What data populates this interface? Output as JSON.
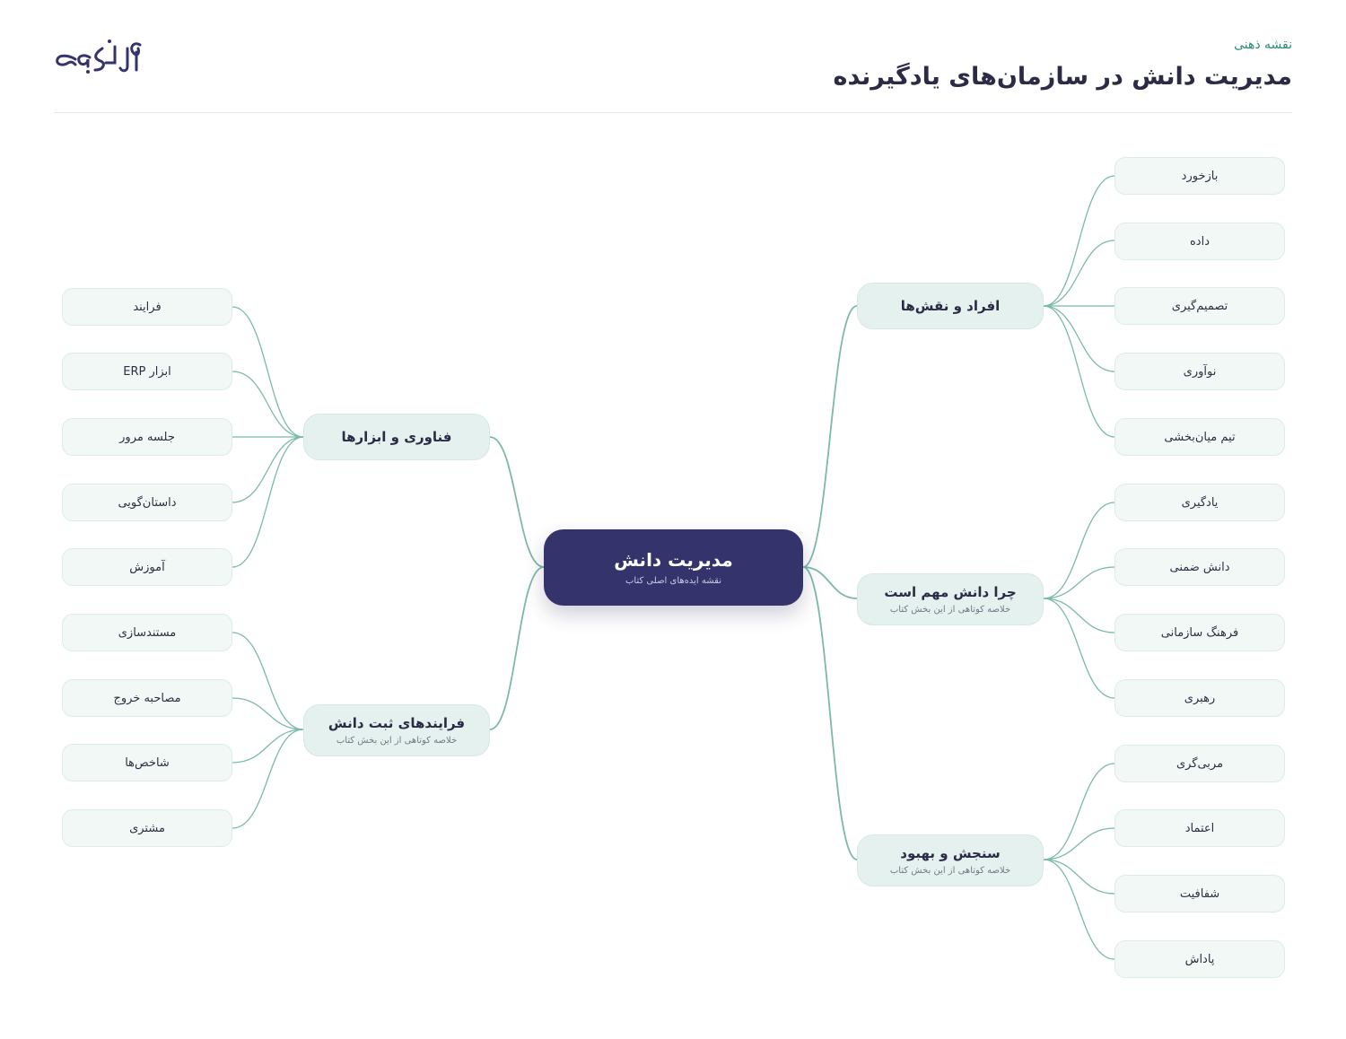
{
  "header": {
    "subtitle": "نقشه ذهنی",
    "title": "مدیریت دانش در سازمان‌های یادگیرنده",
    "logo_text": "فرا ترجمه"
  },
  "colors": {
    "root": "#35336b",
    "branch": "#e4f1ee",
    "leaf": "#f2f8f6",
    "link": "#7bb9ab",
    "accent": "#2a8a78"
  },
  "root": {
    "label": "مدیریت دانش",
    "sub": "نقشه ایده‌های اصلی کتاب"
  },
  "branches": [
    {
      "label": "افراد و نقش‌ها",
      "sub": "",
      "leaves": [
        "بازخورد",
        "داده",
        "تصمیم‌گیری",
        "نوآوری",
        "تیم میان‌بخشی"
      ]
    },
    {
      "label": "چرا دانش مهم است",
      "sub": "خلاصه کوتاهی از این بخش کتاب",
      "leaves": [
        "یادگیری",
        "دانش ضمنی",
        "فرهنگ سازمانی",
        "رهبری"
      ]
    },
    {
      "label": "سنجش و بهبود",
      "sub": "خلاصه کوتاهی از این بخش کتاب",
      "leaves": [
        "مربی‌گری",
        "اعتماد",
        "شفافیت",
        "پاداش"
      ]
    },
    {
      "label": "فناوری و ابزارها",
      "sub": "",
      "leaves": [
        "فرایند",
        "ابزار ERP",
        "جلسه مرور",
        "داستان‌گویی",
        "آموزش"
      ]
    },
    {
      "label": "فرایندهای ثبت دانش",
      "sub": "خلاصه کوتاهی از این بخش کتاب",
      "leaves": [
        "مستندسازی",
        "مصاحبه خروج",
        "شاخص‌ها",
        "مشتری"
      ]
    }
  ]
}
